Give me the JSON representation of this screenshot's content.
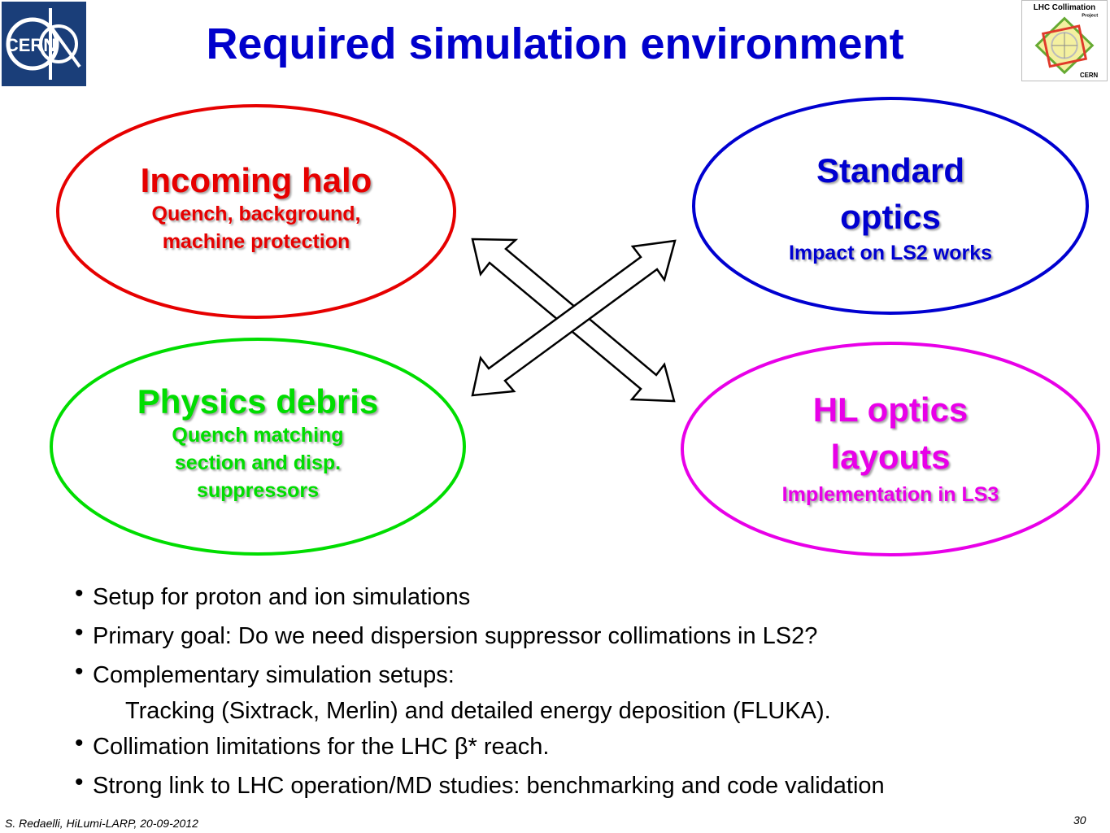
{
  "title": "Required simulation environment",
  "logos": {
    "cern_text": "CERN",
    "lhc_line1": "LHC Collimation",
    "lhc_line2": "Project",
    "lhc_line3": "CERN"
  },
  "ellipses": {
    "incoming": {
      "heading": "Incoming halo",
      "line1": "Quench, background,",
      "line2": "machine protection"
    },
    "standard": {
      "heading1": "Standard",
      "heading2": "optics",
      "line1": "Impact on LS2 works"
    },
    "physics": {
      "heading": "Physics debris",
      "line1": "Quench matching",
      "line2": "section and disp.",
      "line3": "suppressors"
    },
    "hl": {
      "heading1": "HL optics",
      "heading2": "layouts",
      "line1": "Implementation in LS3"
    }
  },
  "colors": {
    "red": "#e60000",
    "blue": "#0000d0",
    "green": "#00dd00",
    "magenta": "#e800e8",
    "title": "#0000cc"
  },
  "bullets": {
    "b1": "Setup for proton and ion simulations",
    "b2": "Primary goal: Do we need dispersion suppressor collimations in LS2?",
    "b3": "Complementary simulation setups:",
    "b3_sub": "Tracking (Sixtrack, Merlin) and detailed energy deposition (FLUKA).",
    "b4": "Collimation limitations for the LHC β* reach.",
    "b5": "Strong link to LHC operation/MD studies: benchmarking and code validation"
  },
  "footer": "S. Redaelli, HiLumi-LARP, 20-09-2012",
  "page_number": "30"
}
